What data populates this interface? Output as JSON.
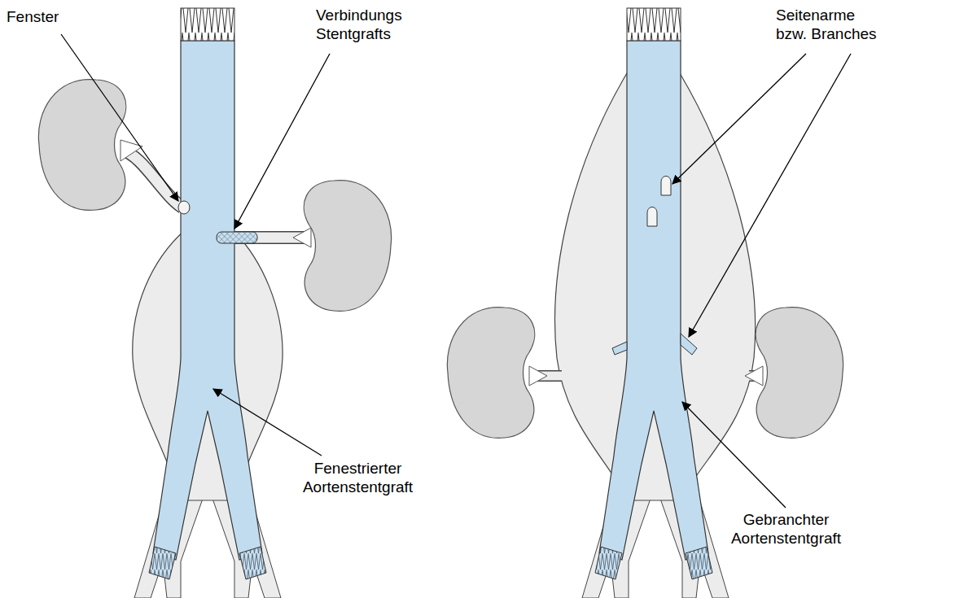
{
  "diagram": {
    "labels": [
      "Fenster",
      "Verbindungs Stentgrafts",
      "Seitenarme bzw. Branches",
      "Fenestrierter Aortenstentgraft",
      "Gebranchter Aortenstentgraft"
    ]
  }
}
